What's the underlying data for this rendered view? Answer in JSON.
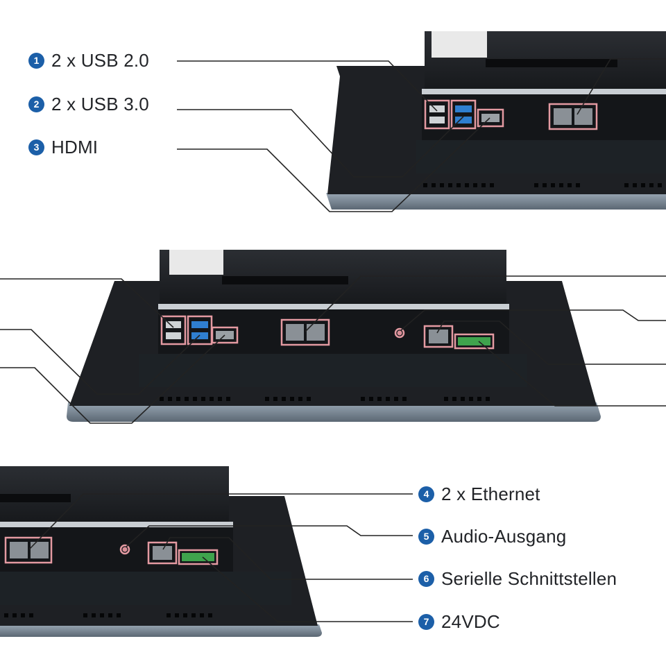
{
  "labels": [
    {
      "num": "1",
      "text": "2 x USB 2.0"
    },
    {
      "num": "2",
      "text": "2 x USB 3.0"
    },
    {
      "num": "3",
      "text": "HDMI"
    },
    {
      "num": "4",
      "text": "2 x Ethernet"
    },
    {
      "num": "5",
      "text": "Audio-Ausgang"
    },
    {
      "num": "6",
      "text": "Serielle Schnittstellen"
    },
    {
      "num": "7",
      "text": "24VDC"
    }
  ],
  "colors": {
    "badge": "#1c5fa8",
    "highlight": "#e49aa2",
    "device_body": "#1b1d21",
    "frame": "#6f7f8e",
    "usb3_port": "#2f7fd0",
    "terminal_block": "#3fa34d",
    "callout_line": "#222222"
  }
}
